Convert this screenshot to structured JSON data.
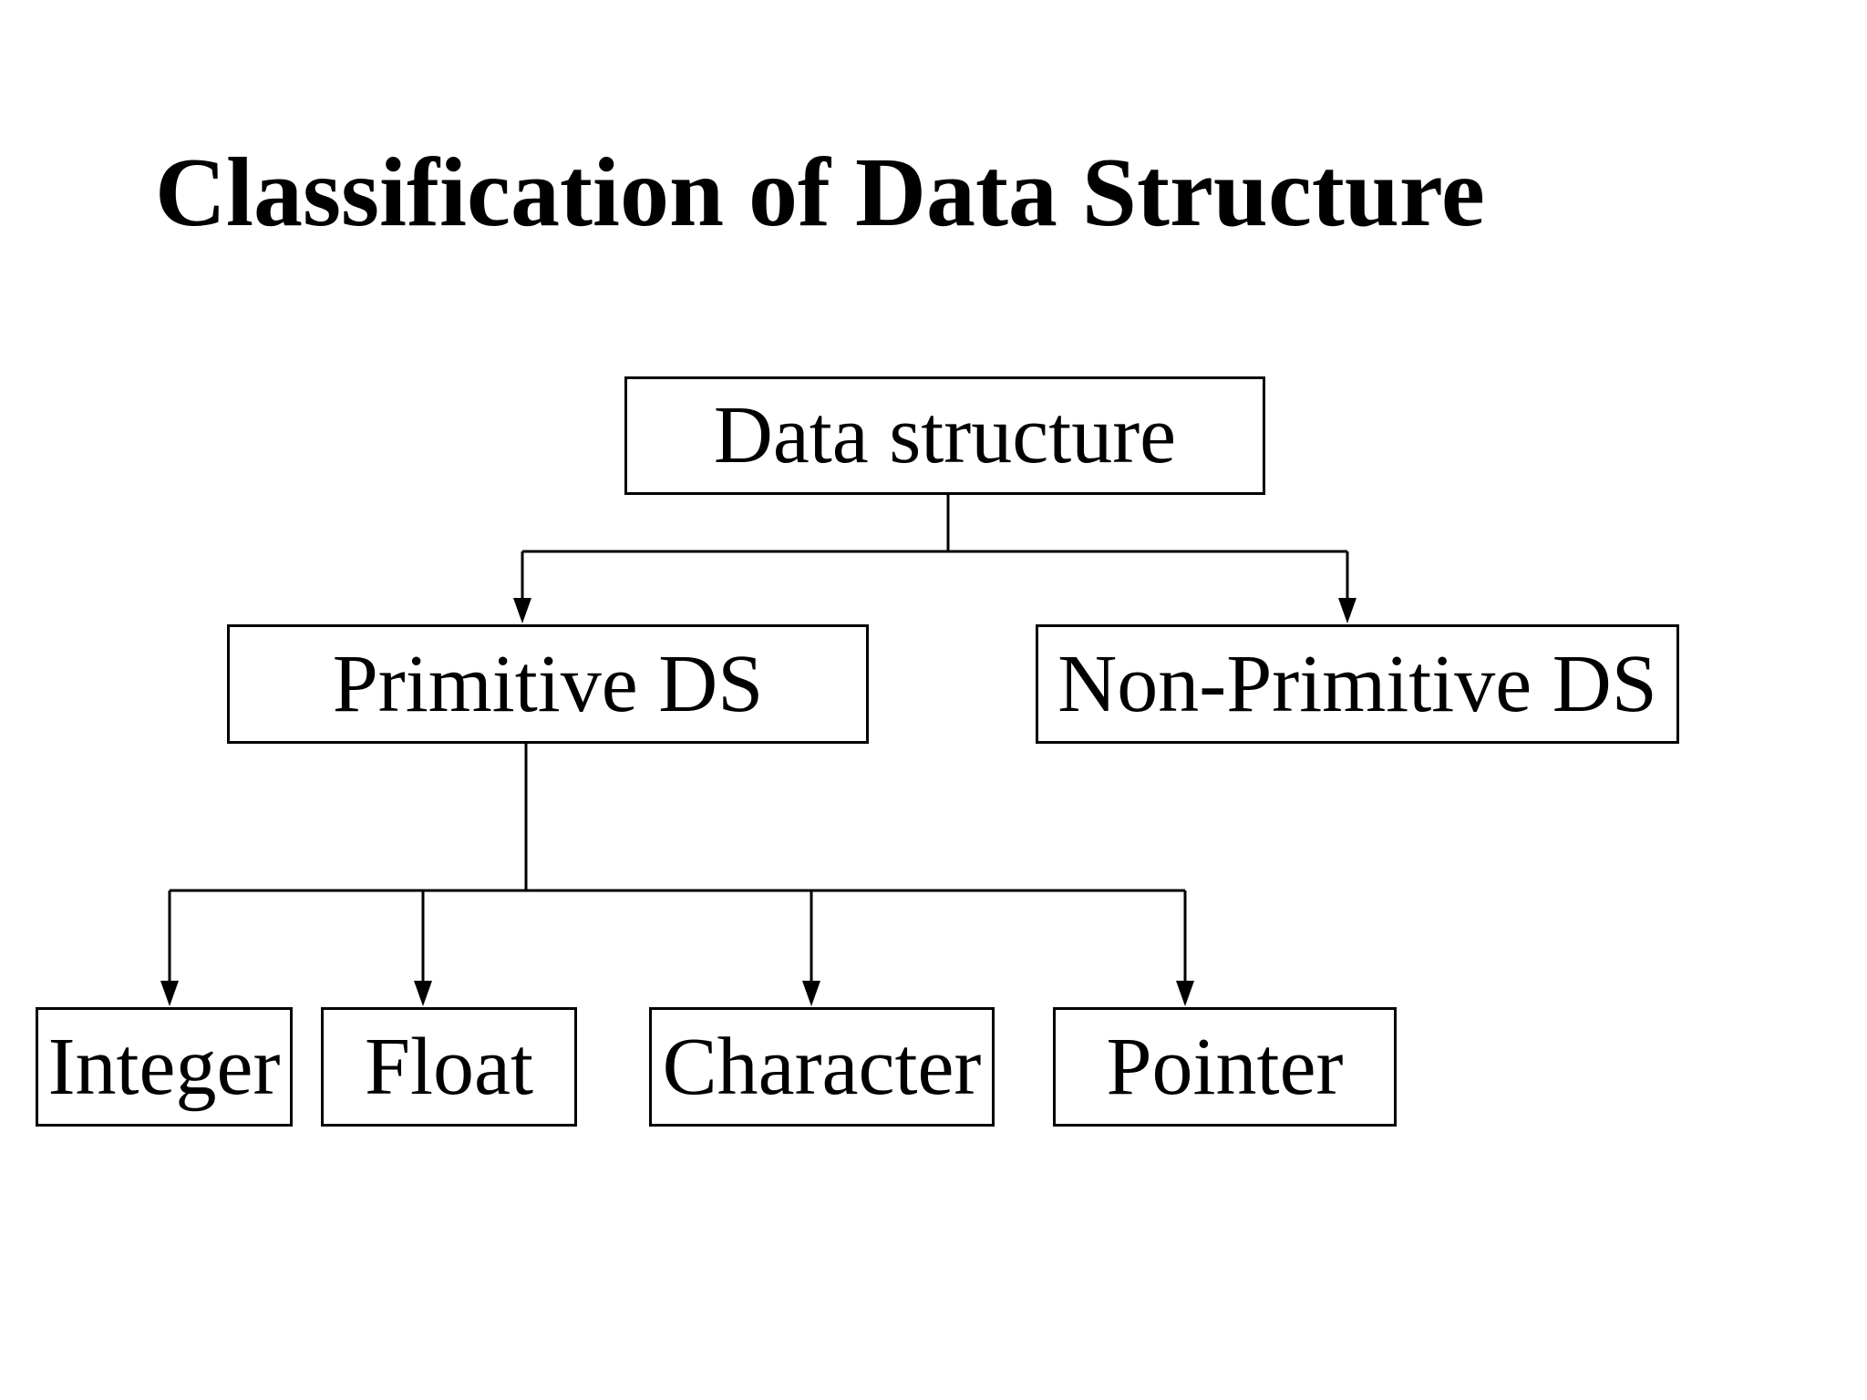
{
  "slide": {
    "title": "Classification of Data Structure",
    "background_color": "#ffffff",
    "text_color": "#000000",
    "line_color": "#000000"
  },
  "diagram": {
    "type": "tree",
    "root": {
      "id": "data-structure",
      "label": "Data structure"
    },
    "level2": [
      {
        "id": "primitive-ds",
        "label": "Primitive DS",
        "parent": "data-structure"
      },
      {
        "id": "non-primitive-ds",
        "label": "Non-Primitive DS",
        "parent": "data-structure"
      }
    ],
    "level3": [
      {
        "id": "integer",
        "label": "Integer",
        "parent": "primitive-ds"
      },
      {
        "id": "float",
        "label": "Float",
        "parent": "primitive-ds"
      },
      {
        "id": "character",
        "label": "Character",
        "parent": "primitive-ds"
      },
      {
        "id": "pointer",
        "label": "Pointer",
        "parent": "primitive-ds"
      }
    ]
  }
}
